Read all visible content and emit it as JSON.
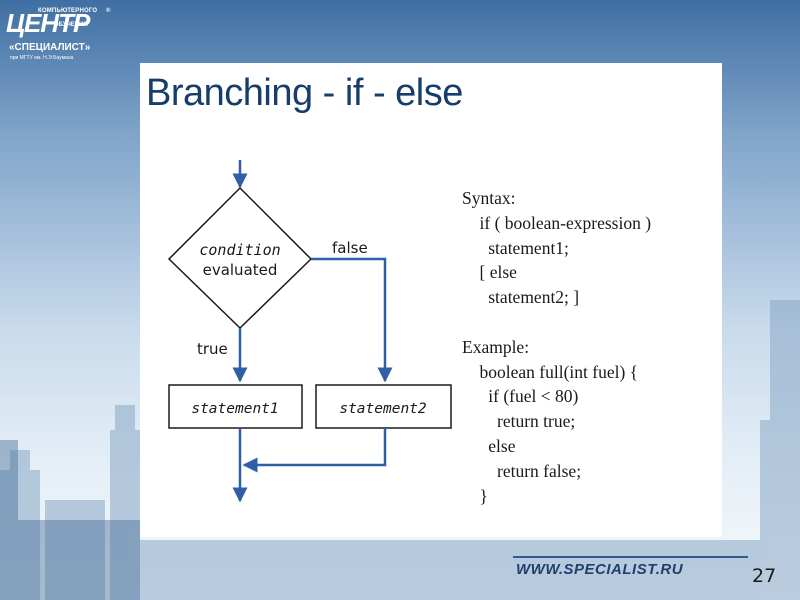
{
  "logo": {
    "top_small": "КОМПЬЮТЕРНОГО",
    "big": "ЦЕНТР",
    "mid_small": "ОБУЧЕНИЯ",
    "brand": "«СПЕЦИАЛИСТ»",
    "sub": "при МГТУ им. Н.Э.Баумана",
    "reg": "®"
  },
  "slide": {
    "title": "Branching - if - else"
  },
  "flowchart": {
    "condition_line1": "condition",
    "condition_line2": "evaluated",
    "false_label": "false",
    "true_label": "true",
    "statement1": "statement1",
    "statement2": "statement2",
    "arrow_color": "#2f5fa7"
  },
  "code": {
    "syntax_header": "Syntax:",
    "syntax_lines": [
      "    if ( boolean-expression )",
      "      statement1;",
      "    [ else",
      "      statement2; ]"
    ],
    "example_header": "Example:",
    "example_lines": [
      "    boolean full(int fuel) {",
      "      if (fuel < 80)",
      "        return true;",
      "      else",
      "        return false;",
      "    }"
    ]
  },
  "footer": {
    "url": "WWW.SPECIALIST.RU",
    "page_number": "27"
  }
}
